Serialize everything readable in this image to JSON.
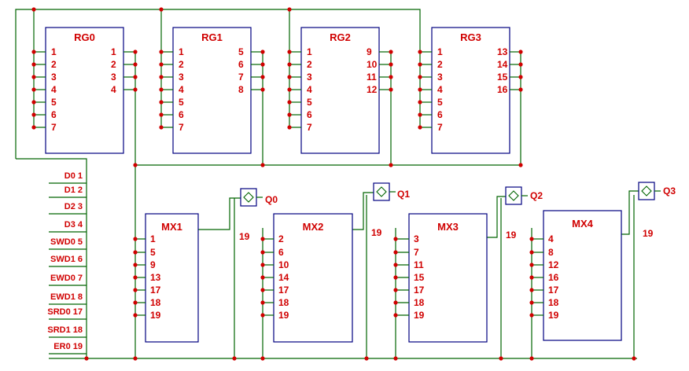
{
  "registers": [
    {
      "title": "RG0",
      "inputs": [
        "1",
        "2",
        "3",
        "4",
        "5",
        "6",
        "7"
      ],
      "outputs": [
        "1",
        "2",
        "3",
        "4"
      ]
    },
    {
      "title": "RG1",
      "inputs": [
        "1",
        "2",
        "3",
        "4",
        "5",
        "6",
        "7"
      ],
      "outputs": [
        "5",
        "6",
        "7",
        "8"
      ]
    },
    {
      "title": "RG2",
      "inputs": [
        "1",
        "2",
        "3",
        "4",
        "5",
        "6",
        "7"
      ],
      "outputs": [
        "9",
        "10",
        "11",
        "12"
      ]
    },
    {
      "title": "RG3",
      "inputs": [
        "1",
        "2",
        "3",
        "4",
        "5",
        "6",
        "7"
      ],
      "outputs": [
        "13",
        "14",
        "15",
        "16"
      ]
    }
  ],
  "muxes": [
    {
      "title": "MX1",
      "pins": [
        "1",
        "5",
        "9",
        "13",
        "17",
        "18",
        "19"
      ],
      "side": "19",
      "flipflop": "Q0"
    },
    {
      "title": "MX2",
      "pins": [
        "2",
        "6",
        "10",
        "14",
        "17",
        "18",
        "19"
      ],
      "side": "19",
      "flipflop": "Q1"
    },
    {
      "title": "MX3",
      "pins": [
        "3",
        "7",
        "11",
        "15",
        "17",
        "18",
        "19"
      ],
      "side": "19",
      "flipflop": "Q2"
    },
    {
      "title": "MX4",
      "pins": [
        "4",
        "8",
        "12",
        "16",
        "17",
        "18",
        "19"
      ],
      "side": "19",
      "flipflop": "Q3"
    }
  ],
  "signals": [
    "D0 1",
    "D1 2",
    "D2 3",
    "D3 4",
    "SWD0 5",
    "SWD1 6",
    "EWD0 7",
    "EWD1 8",
    "SRD0 17",
    "SRD1 18",
    "ER0 19"
  ]
}
